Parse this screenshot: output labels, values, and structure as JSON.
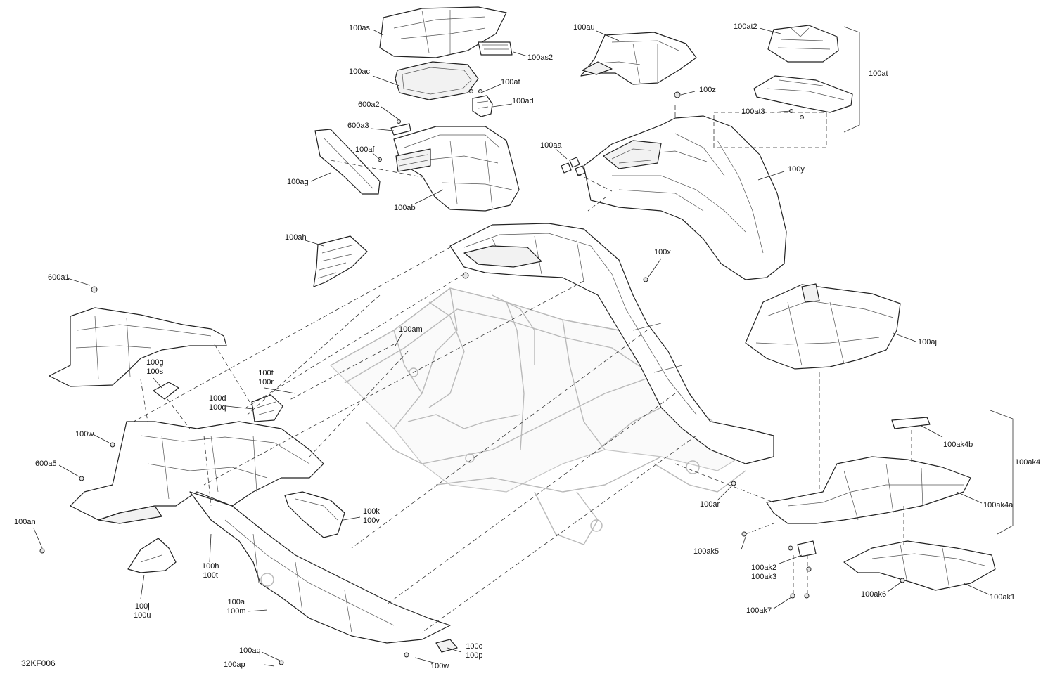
{
  "figure_code": "32KF006",
  "callouts": [
    {
      "id": "100as",
      "lines": [
        "100as"
      ]
    },
    {
      "id": "100as2",
      "lines": [
        "100as2"
      ]
    },
    {
      "id": "100ac",
      "lines": [
        "100ac"
      ]
    },
    {
      "id": "100af_top",
      "lines": [
        "100af"
      ]
    },
    {
      "id": "100ad",
      "lines": [
        "100ad"
      ]
    },
    {
      "id": "600a2",
      "lines": [
        "600a2"
      ]
    },
    {
      "id": "600a3",
      "lines": [
        "600a3"
      ]
    },
    {
      "id": "100af_mid",
      "lines": [
        "100af"
      ]
    },
    {
      "id": "100ag",
      "lines": [
        "100ag"
      ]
    },
    {
      "id": "100ab",
      "lines": [
        "100ab"
      ]
    },
    {
      "id": "100au",
      "lines": [
        "100au"
      ]
    },
    {
      "id": "100at2",
      "lines": [
        "100at2"
      ]
    },
    {
      "id": "100at",
      "lines": [
        "100at"
      ]
    },
    {
      "id": "100at3",
      "lines": [
        "100at3"
      ]
    },
    {
      "id": "100z",
      "lines": [
        "100z"
      ]
    },
    {
      "id": "100aa",
      "lines": [
        "100aa"
      ]
    },
    {
      "id": "100y",
      "lines": [
        "100y"
      ]
    },
    {
      "id": "100ah",
      "lines": [
        "100ah"
      ]
    },
    {
      "id": "100x",
      "lines": [
        "100x"
      ]
    },
    {
      "id": "600a1",
      "lines": [
        "600a1"
      ]
    },
    {
      "id": "100am",
      "lines": [
        "100am"
      ]
    },
    {
      "id": "100aj",
      "lines": [
        "100aj"
      ]
    },
    {
      "id": "100g_100s",
      "lines": [
        "100g",
        "100s"
      ]
    },
    {
      "id": "100f_100r",
      "lines": [
        "100f",
        "100r"
      ]
    },
    {
      "id": "100d_100q",
      "lines": [
        "100d",
        "100q"
      ]
    },
    {
      "id": "100w_left",
      "lines": [
        "100w"
      ]
    },
    {
      "id": "600a5",
      "lines": [
        "600a5"
      ]
    },
    {
      "id": "100an",
      "lines": [
        "100an"
      ]
    },
    {
      "id": "100k_100v",
      "lines": [
        "100k",
        "100v"
      ]
    },
    {
      "id": "100h_100t",
      "lines": [
        "100h",
        "100t"
      ]
    },
    {
      "id": "100j_100u",
      "lines": [
        "100j",
        "100u"
      ]
    },
    {
      "id": "100a_100m",
      "lines": [
        "100a",
        "100m"
      ]
    },
    {
      "id": "100aq",
      "lines": [
        "100aq"
      ]
    },
    {
      "id": "100ap",
      "lines": [
        "100ap"
      ]
    },
    {
      "id": "100c_100p",
      "lines": [
        "100c",
        "100p"
      ]
    },
    {
      "id": "100w_bottom",
      "lines": [
        "100w"
      ]
    },
    {
      "id": "100ar",
      "lines": [
        "100ar"
      ]
    },
    {
      "id": "100ak4b",
      "lines": [
        "100ak4b"
      ]
    },
    {
      "id": "100ak4",
      "lines": [
        "100ak4"
      ]
    },
    {
      "id": "100ak4a",
      "lines": [
        "100ak4a"
      ]
    },
    {
      "id": "100ak5",
      "lines": [
        "100ak5"
      ]
    },
    {
      "id": "100ak2_100ak3",
      "lines": [
        "100ak2",
        "100ak3"
      ]
    },
    {
      "id": "100ak6",
      "lines": [
        "100ak6"
      ]
    },
    {
      "id": "100ak1",
      "lines": [
        "100ak1"
      ]
    },
    {
      "id": "100ak7",
      "lines": [
        "100ak7"
      ]
    }
  ]
}
